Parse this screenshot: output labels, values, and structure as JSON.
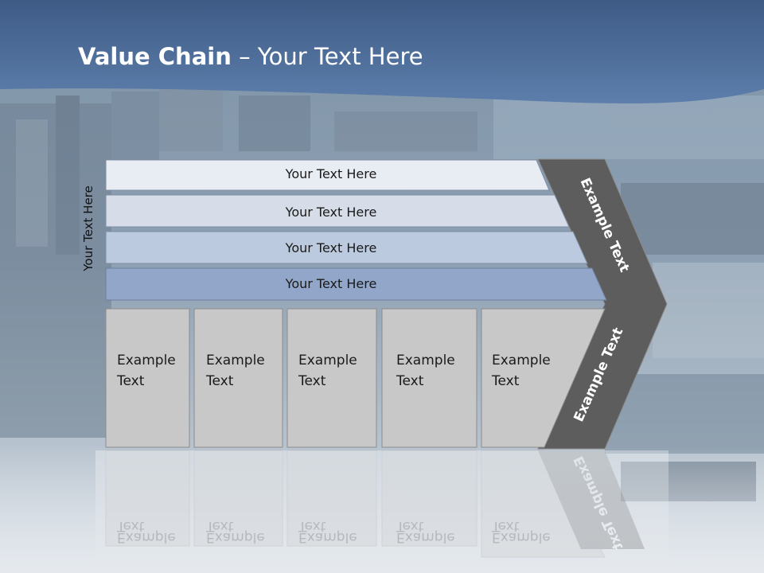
{
  "slide": {
    "title_bold": "Value Chain",
    "title_rest": " – Your Text Here",
    "side_label": "Your Text Here"
  },
  "support_rows": [
    {
      "label": "Your Text Here",
      "fill": "#e8ecf3"
    },
    {
      "label": "Your Text Here",
      "fill": "#d6dde8"
    },
    {
      "label": "Your Text Here",
      "fill": "#bccadf"
    },
    {
      "label": "Your Text Here",
      "fill": "#91a6c8"
    }
  ],
  "primary_boxes": [
    {
      "line1": "Example",
      "line2": "Text"
    },
    {
      "line1": "Example",
      "line2": "Text"
    },
    {
      "line1": "Example",
      "line2": "Text"
    },
    {
      "line1": "Example",
      "line2": "Text"
    },
    {
      "line1": "Example",
      "line2": "Text"
    }
  ],
  "margin_arrow": {
    "upper_label": "Example Text",
    "lower_label": "Example Text"
  },
  "colors": {
    "header_blue": "#4f6f9c",
    "arrow_gray": "#5d5d5d",
    "box_gray": "#c8c8c8",
    "text_dark": "#1a1a1a"
  }
}
